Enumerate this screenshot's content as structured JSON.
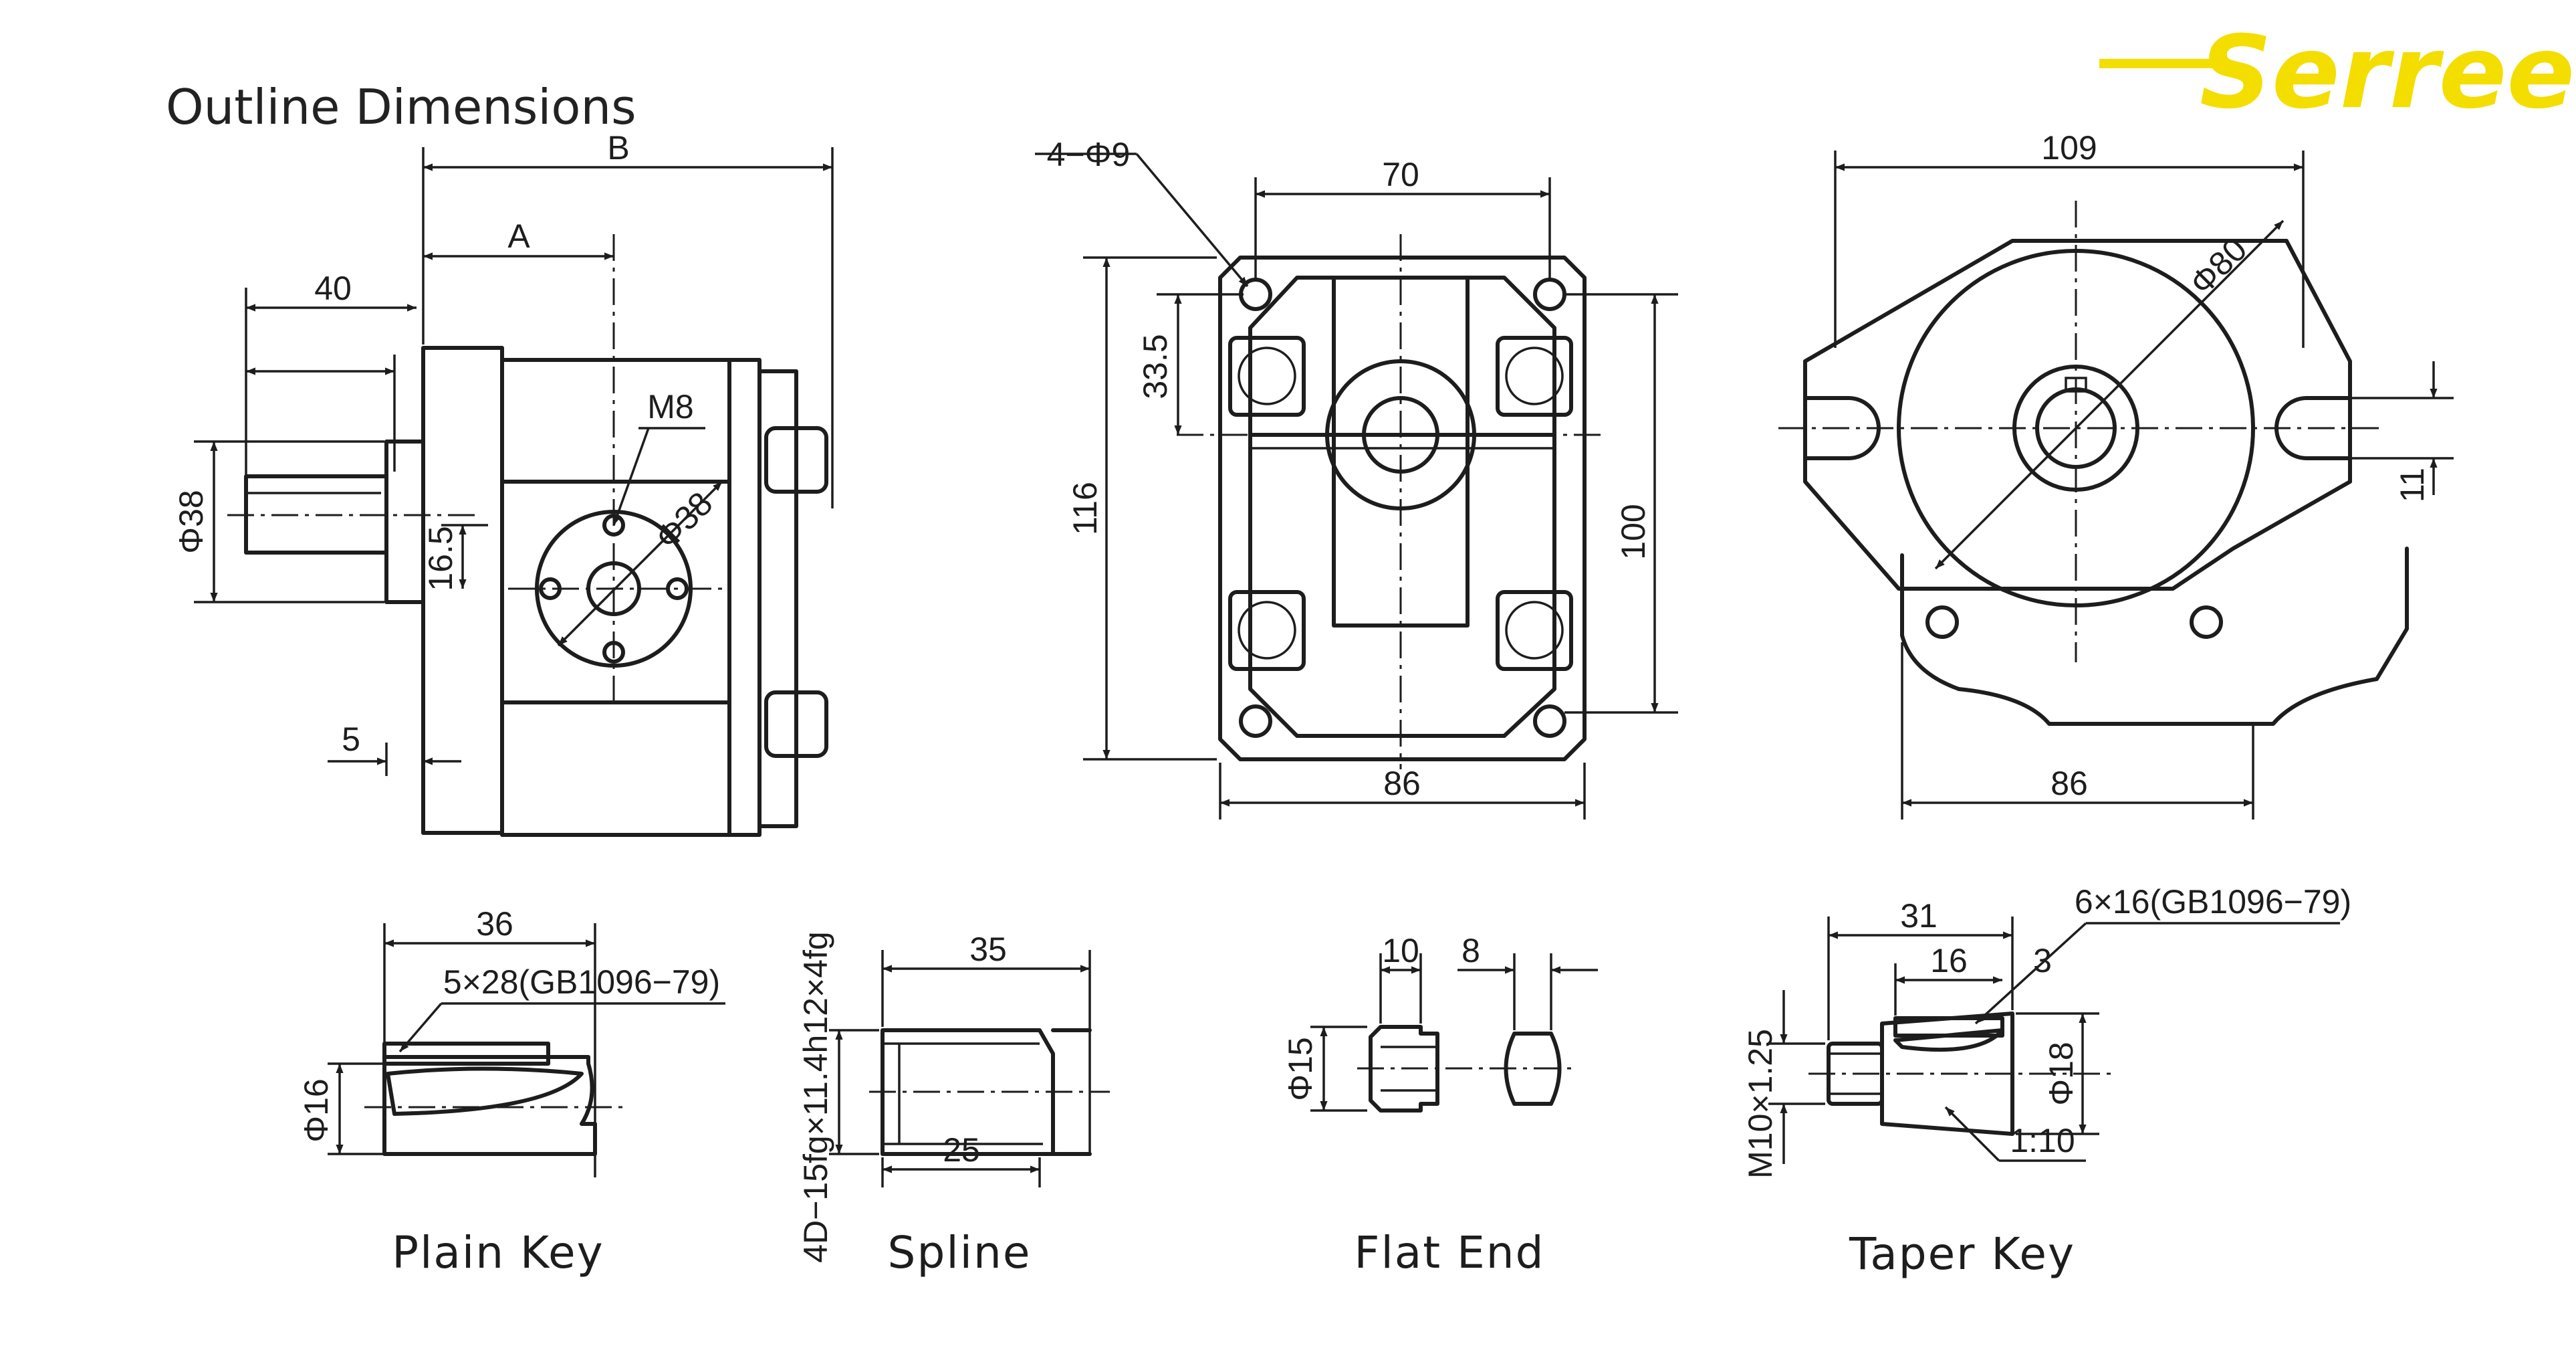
{
  "title": "Outline Dimensions",
  "brand": {
    "name": "Serreen",
    "color": "#f3de00"
  },
  "side_view": {
    "B": "B",
    "A": "A",
    "d40": "40",
    "thread": "M8",
    "dia38": "Φ38",
    "dia38_shaft": "Φ38",
    "d16_5": "16.5",
    "d5": "5"
  },
  "front_view": {
    "holes": "4−Φ9",
    "d70": "70",
    "d33_5": "33.5",
    "d116": "116",
    "d100": "100",
    "d86": "86"
  },
  "flange_view": {
    "d109": "109",
    "dia80": "Φ80",
    "d11": "11",
    "d86": "86"
  },
  "plain_key": {
    "caption": "Plain Key",
    "d36": "36",
    "key": "5×28(GB1096−79)",
    "dia16": "Φ16"
  },
  "spline": {
    "caption": "Spline",
    "spec": "4D−15fg×11.4h12×4fg",
    "d35": "35",
    "d25": "25"
  },
  "flat_end": {
    "caption": "Flat End",
    "d10": "10",
    "d8": "8",
    "dia15": "Φ15"
  },
  "taper_key": {
    "caption": "Taper Key",
    "key": "6×16(GB1096−79)",
    "d31": "31",
    "d16": "16",
    "d3": "3",
    "thread": "M10×1.25",
    "dia18": "Φ18",
    "taper": "1:10"
  }
}
